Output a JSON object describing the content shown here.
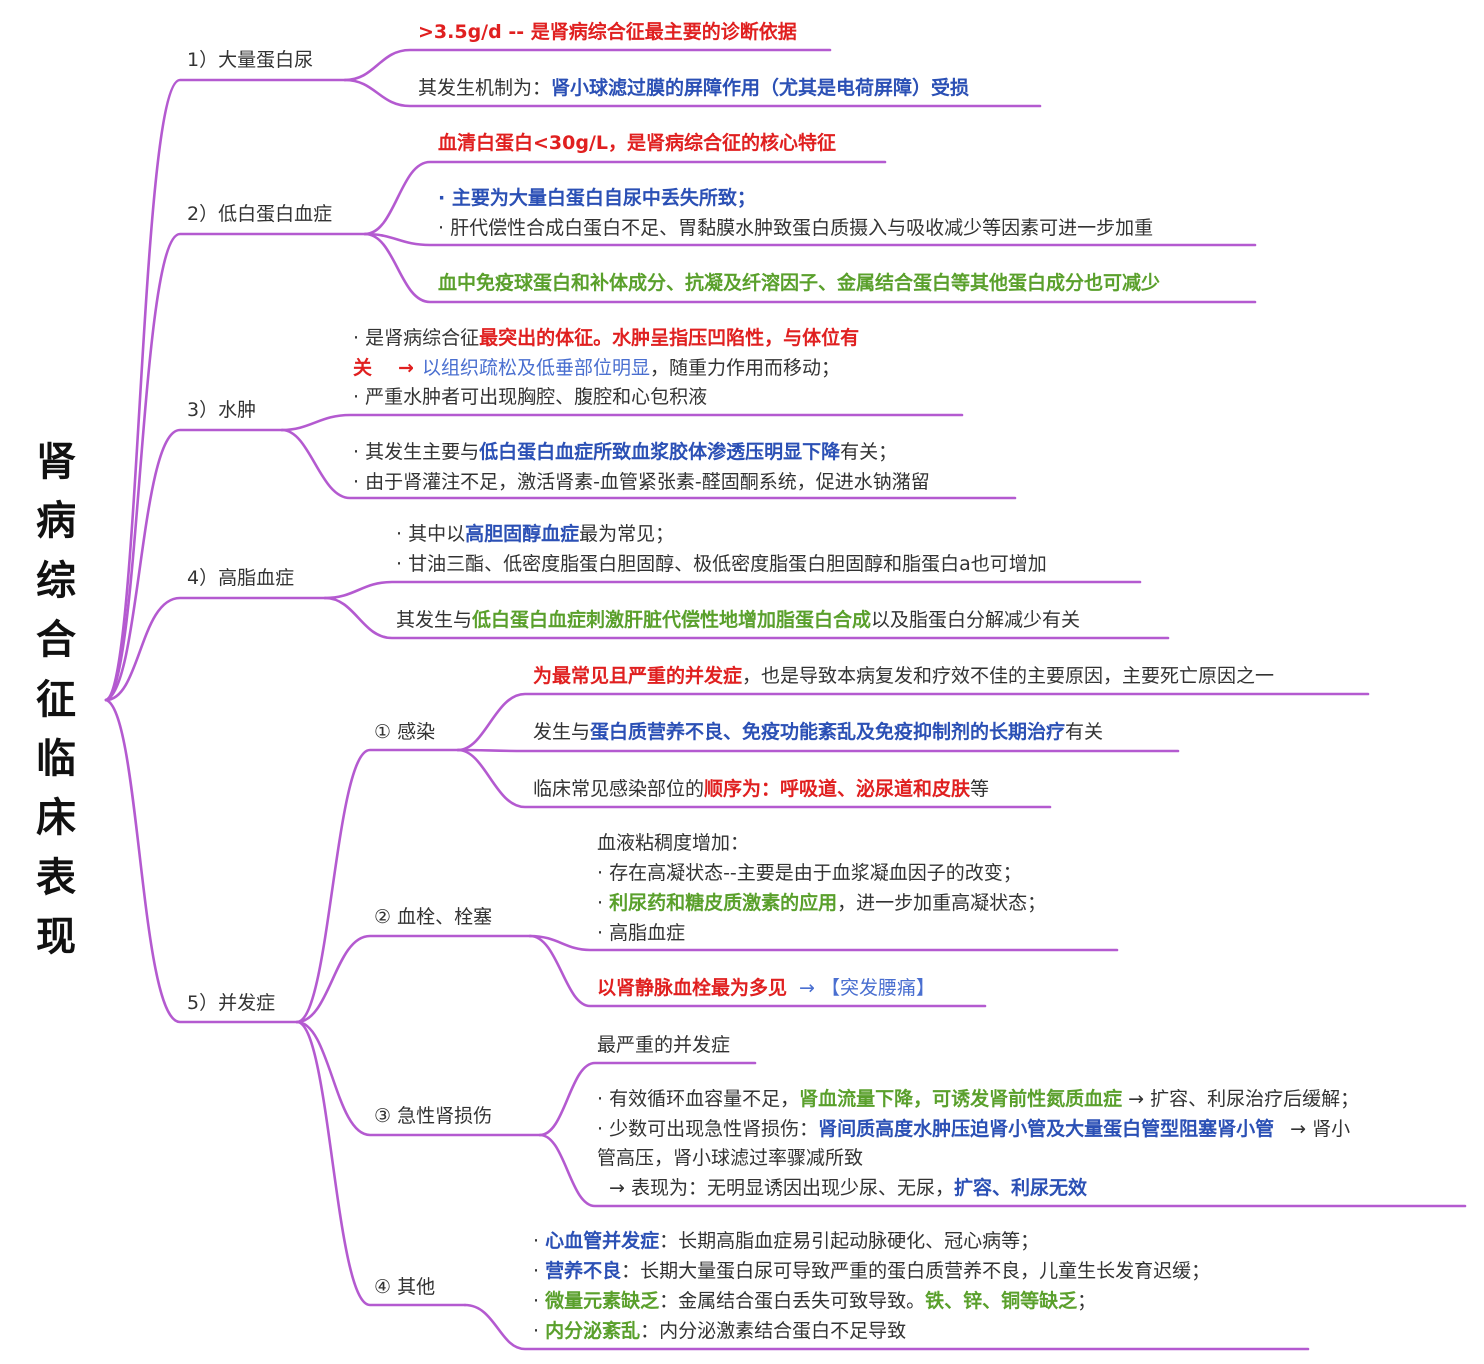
{
  "title": "肾病综合征临床表现",
  "branch1": {
    "label": "1）大量蛋白尿",
    "leaf1": ">3.5g/d -- 是肾病综合征最主要的诊断依据",
    "leaf2a": "其发生机制为：",
    "leaf2b": "肾小球滤过膜的屏障作用（尤其是电荷屏障）受损"
  },
  "branch2": {
    "label": "2）低白蛋白血症",
    "leaf1": "血清白蛋白<30g/L，是肾病综合征的核心特征",
    "leaf2_line1": "· 主要为大量白蛋白自尿中丢失所致；",
    "leaf2_line2": "· 肝代偿性合成白蛋白不足、胃黏膜水肿致蛋白质摄入与吸收减少等因素可进一步加重",
    "leaf3": "血中免疫球蛋白和补体成分、抗凝及纤溶因子、金属结合蛋白等其他蛋白成分也可减少"
  },
  "branch3": {
    "label": "3）水肿",
    "l1a": "· 是肾病综合征",
    "l1b": "最突出的体征。水肿呈指压凹陷性，与体位有",
    "l2a": "关",
    "l2b": "→",
    "l2c": "以组织疏松及低垂部位明显",
    "l2d": "，随重力作用而移动；",
    "l3": "· 严重水肿者可出现胸腔、腹腔和心包积液",
    "l4a": "· 其发生主要与",
    "l4b": "低白蛋白血症所致血浆胶体渗透压明显下降",
    "l4c": "有关；",
    "l5": "· 由于肾灌注不足，激活肾素-血管紧张素-醛固酮系统，促进水钠潴留"
  },
  "branch4": {
    "label": "4）高脂血症",
    "l1a": "· 其中以",
    "l1b": "高胆固醇血症",
    "l1c": "最为常见；",
    "l2": "· 甘油三酯、低密度脂蛋白胆固醇、极低密度脂蛋白胆固醇和脂蛋白a也可增加",
    "l3a": "其发生与",
    "l3b": "低白蛋白血症刺激肝脏代偿性地增加脂蛋白合成",
    "l3c": "以及脂蛋白分解减少有关"
  },
  "branch5": {
    "label": "5）并发症",
    "infection": {
      "label": "① 感染",
      "l1a": "为最常见且严重的并发症",
      "l1b": "，也是导致本病复发和疗效不佳的主要原因，主要死亡原因之一",
      "l2a": "发生与",
      "l2b": "蛋白质营养不良、免疫功能紊乱及免疫抑制剂的长期治疗",
      "l2c": "有关",
      "l3a": "临床常见感染部位的",
      "l3b": "顺序为：呼吸道、泌尿道和皮肤",
      "l3c": "等"
    },
    "thrombus": {
      "label": "② 血栓、栓塞",
      "l1": "血液粘稠度增加：",
      "l2": "· 存在高凝状态--主要是由于血浆凝血因子的改变；",
      "l3a": "· ",
      "l3b": "利尿药和糖皮质激素的应用",
      "l3c": "，进一步加重高凝状态；",
      "l4": "· 高脂血症",
      "l5a": "以肾静脉血栓最为多见",
      "l5b": "→ 【突发腰痛】"
    },
    "aki": {
      "label": "③ 急性肾损伤",
      "l1": "最严重的并发症",
      "l2a": "· 有效循环血容量不足，",
      "l2b": "肾血流量下降，可诱发肾前性氮质血症",
      "l2c": "→ 扩容、利尿治疗后缓解；",
      "l3a": "· 少数可出现急性肾损伤：",
      "l3b": "肾间质高度水肿压迫肾小管及大量蛋白管型阻塞肾小管",
      "l3c": "→ 肾小",
      "l4": "管高压，肾小球滤过率骤减所致",
      "l5a": "→ 表现为：无明显诱因出现少尿、无尿，",
      "l5b": "扩容、利尿无效"
    },
    "other": {
      "label": "④ 其他",
      "l1a": "· ",
      "l1b": "心血管并发症",
      "l1c": "：长期高脂血症易引起动脉硬化、冠心病等；",
      "l2a": "· ",
      "l2b": "营养不良",
      "l2c": "：长期大量蛋白尿可导致严重的蛋白质营养不良，儿童生长发育迟缓；",
      "l3a": "· ",
      "l3b": "微量元素缺乏",
      "l3c": "：金属结合蛋白丢失可致导致。",
      "l3d": "铁、锌、铜等缺乏",
      "l3e": "；",
      "l4a": "· ",
      "l4b": "内分泌紊乱",
      "l4c": "：内分泌激素结合蛋白不足导致"
    }
  },
  "colors": {
    "branch_line": "#b45ad0",
    "red": "#e02020",
    "blue": "#2b50b5",
    "green": "#5aa02c"
  }
}
